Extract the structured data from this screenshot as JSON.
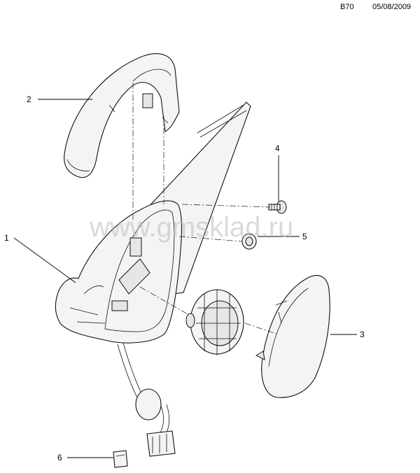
{
  "header": {
    "code": "B70",
    "date": "05/08/2009"
  },
  "watermark": "www.gmsklad.ru",
  "callouts": [
    {
      "id": "callout-1",
      "label": "1"
    },
    {
      "id": "callout-2",
      "label": "2"
    },
    {
      "id": "callout-3",
      "label": "3"
    },
    {
      "id": "callout-4",
      "label": "4"
    },
    {
      "id": "callout-5",
      "label": "5"
    },
    {
      "id": "callout-6",
      "label": "6"
    }
  ]
}
